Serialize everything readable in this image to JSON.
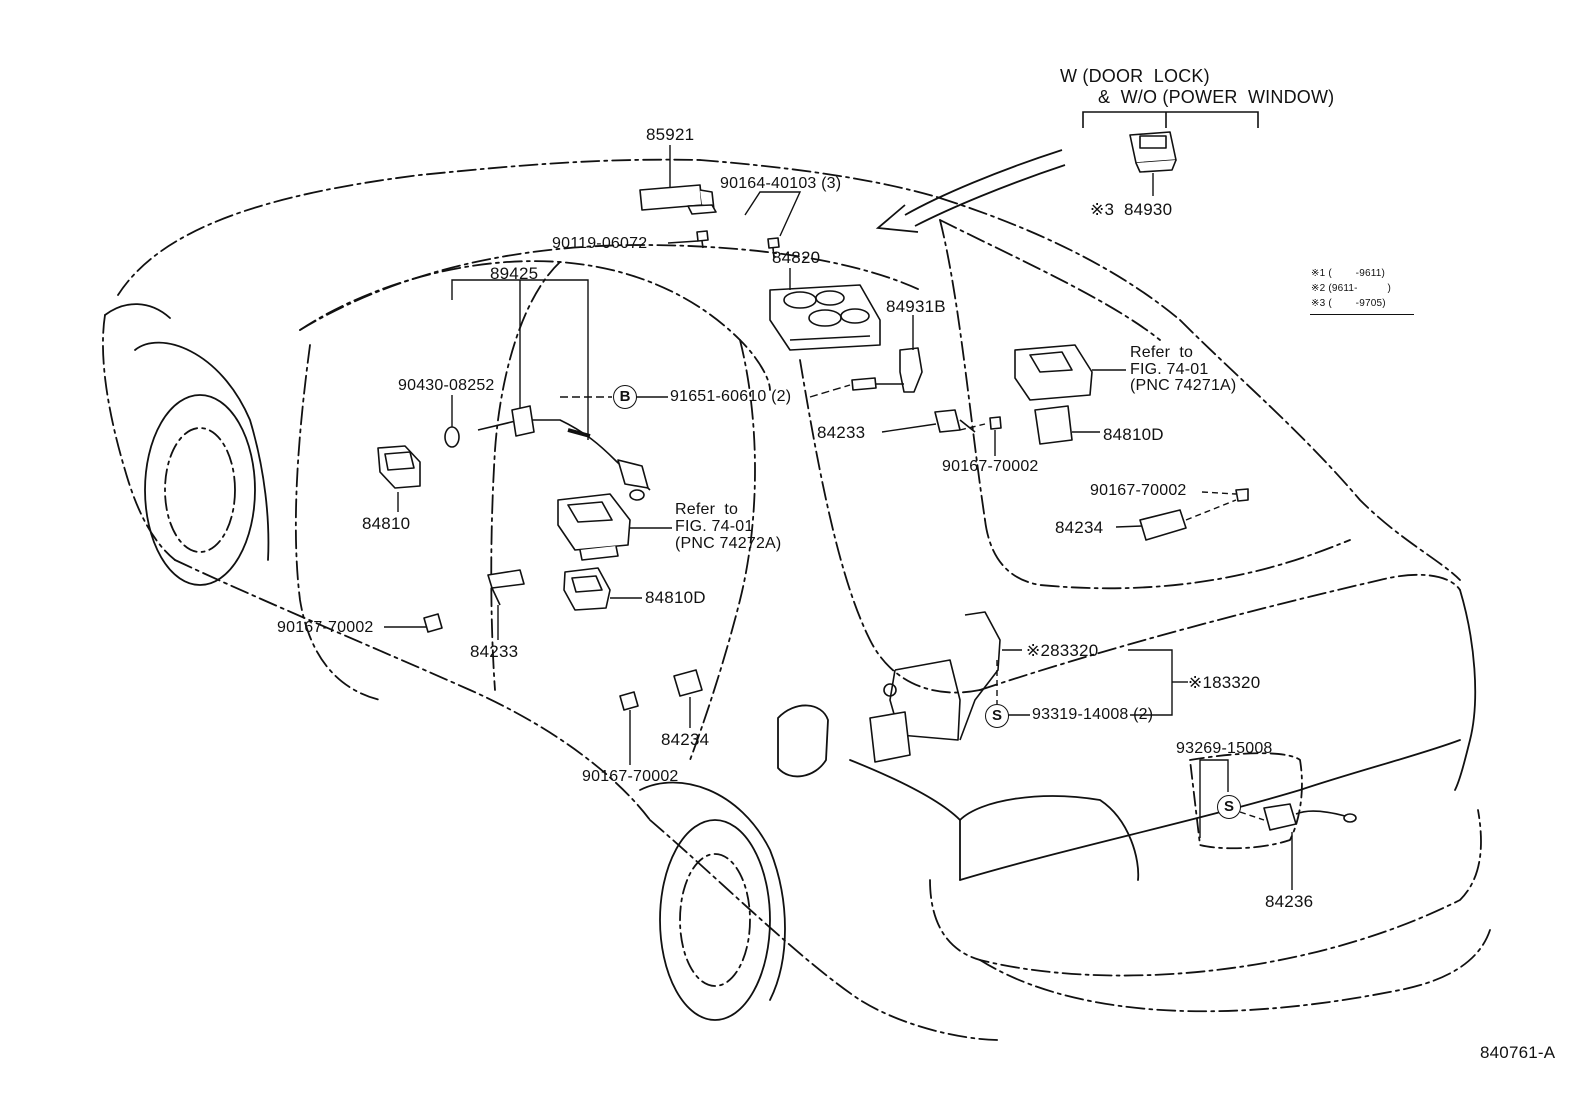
{
  "header": {
    "line1": "W (DOOR  LOCK)",
    "line2": "&  W/O (POWER  WINDOW)"
  },
  "legend": {
    "row1": "※1 (        -9611)",
    "row2": "※2 (9611-          )",
    "row3": "※3 (        -9705)"
  },
  "figure_id": "840761-A",
  "parts": {
    "p85921": "85921",
    "p90164": "90164-40103 (3)",
    "p90119": "90119-06072",
    "p84820": "84820",
    "p84931b": "84931B",
    "p84930": "※3  84930",
    "p89425": "89425",
    "p90430": "90430-08252",
    "p91651": "91651-60610 (2)",
    "p84810": "84810",
    "p84810d_left": "84810D",
    "p84233_left": "84233",
    "p90167_left": "90167-70002",
    "p84234_left": "84234",
    "p90167_bottom": "90167-70002",
    "p84233_right": "84233",
    "p90167_mid": "90167-70002",
    "p84810d_right": "84810D",
    "p90167_right": "90167-70002",
    "p84234_right": "84234",
    "p283320": "※283320",
    "p183320": "※183320",
    "p93319": "93319-14008 (2)",
    "p93269": "93269-15008",
    "p84236": "84236"
  },
  "refs": {
    "left": {
      "l1": "Refer  to",
      "l2": "FIG. 74-01",
      "l3": "(PNC 74272A)"
    },
    "right": {
      "l1": "Refer  to",
      "l2": "FIG. 74-01",
      "l3": "(PNC 74271A)"
    }
  },
  "markers": {
    "b": "B",
    "s1": "S",
    "s2": "S"
  }
}
